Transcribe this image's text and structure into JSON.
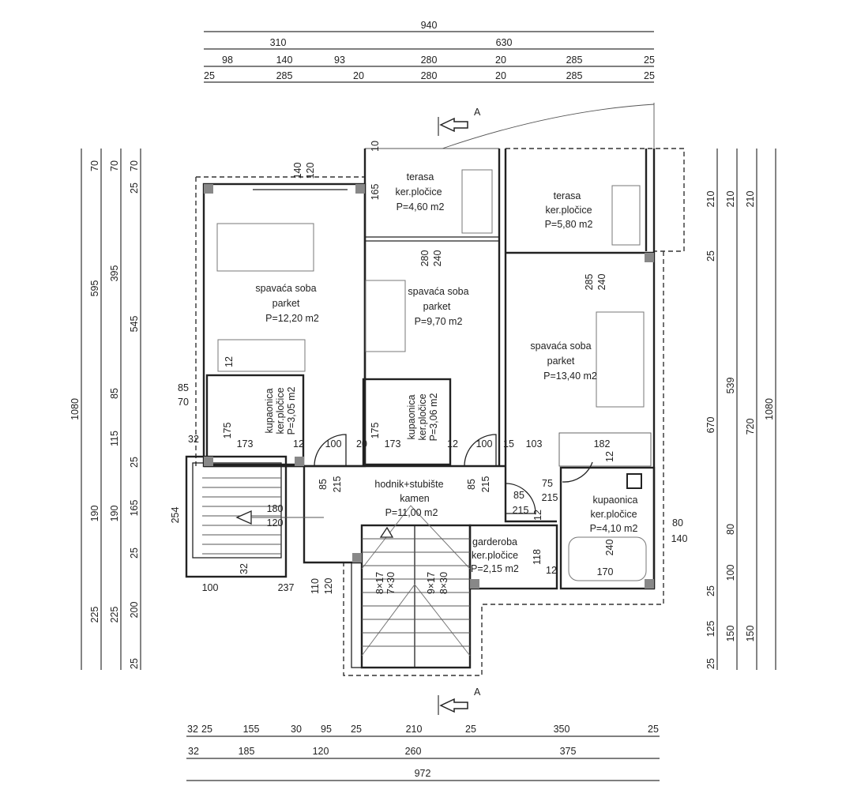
{
  "dims": {
    "top": [
      [
        "940"
      ],
      [
        "310",
        "630"
      ],
      [
        "98",
        "140",
        "93",
        "280",
        "20",
        "285",
        "25"
      ],
      [
        "25",
        "285",
        "20",
        "280",
        "20",
        "285",
        "25"
      ]
    ],
    "left": [
      [
        "1080"
      ],
      [
        "70",
        "595",
        "190",
        "225"
      ],
      [
        "70",
        "395",
        "85",
        "115",
        "190",
        "225"
      ],
      [
        "25",
        "70",
        "545",
        "25",
        "165",
        "25",
        "200",
        "25"
      ]
    ],
    "right": [
      [
        "210",
        "25",
        "670",
        "25",
        "125",
        "25"
      ],
      [
        "210",
        "539",
        "80",
        "100",
        "150"
      ],
      [
        "210",
        "720",
        "150"
      ],
      [
        "1080"
      ]
    ],
    "bottom": [
      [
        "32",
        "25",
        "155",
        "30",
        "95",
        "25",
        "210",
        "25",
        "350",
        "25"
      ],
      [
        "32",
        "185",
        "120",
        "260",
        "375"
      ],
      [
        "972"
      ]
    ],
    "inner": [
      "140",
      "120",
      "165",
      "10",
      "280",
      "240",
      "285",
      "240",
      "12",
      "85",
      "70",
      "175",
      "173",
      "12",
      "100",
      "20",
      "173",
      "175",
      "12",
      "100",
      "15",
      "103",
      "182",
      "12",
      "32",
      "85",
      "215",
      "85",
      "215",
      "75",
      "215",
      "85",
      "215",
      "12",
      "254",
      "180",
      "120",
      "80",
      "140",
      "240",
      "170",
      "118",
      "12",
      "32",
      "100",
      "237",
      "110",
      "120",
      "8×17",
      "7×30",
      "9×17",
      "8×30"
    ]
  },
  "section_marker": "A",
  "rooms": {
    "terrace_1": {
      "name": "terasa",
      "floor": "ker.pločice",
      "area": "P=4,60 m2"
    },
    "terrace_2": {
      "name": "terasa",
      "floor": "ker.pločice",
      "area": "P=5,80 m2"
    },
    "bedroom_1": {
      "name": "spavaća soba",
      "floor": "parket",
      "area": "P=12,20 m2"
    },
    "bedroom_2": {
      "name": "spavaća soba",
      "floor": "parket",
      "area": "P=9,70 m2"
    },
    "bedroom_3": {
      "name": "spavaća soba",
      "floor": "parket",
      "area": "P=13,40 m2"
    },
    "bathroom_1": {
      "name": "kupaonica",
      "floor": "ker.pločice",
      "area": "P=3,05 m2"
    },
    "bathroom_2": {
      "name": "kupaonica",
      "floor": "ker.pločice",
      "area": "P=3,06 m2"
    },
    "bathroom_3": {
      "name": "kupaonica",
      "floor": "ker.pločice",
      "area": "P=4,10 m2"
    },
    "hallway": {
      "name": "hodnik+stubište",
      "floor": "kamen",
      "area": "P=11,00 m2"
    },
    "wardrobe": {
      "name": "garderoba",
      "floor": "ker.pločice",
      "area": "P=2,15 m2"
    }
  }
}
